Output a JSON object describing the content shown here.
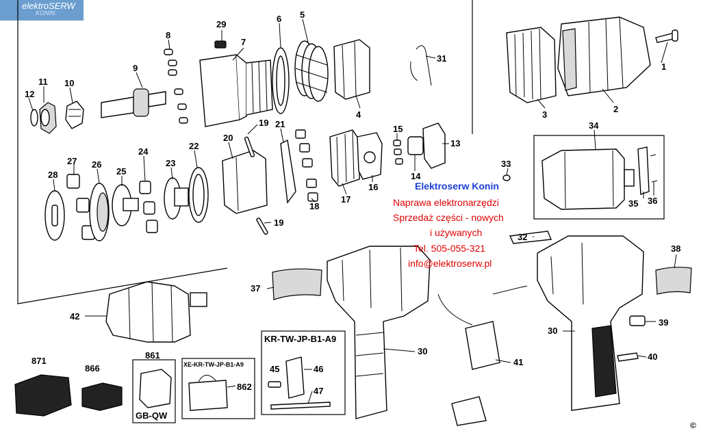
{
  "logo": {
    "name": "elektroSERW",
    "city": "KONIN"
  },
  "ad": {
    "title": "Elektroserw Konin",
    "line1": "Naprawa elektronarzędzi",
    "line2": "Sprzedaż części - nowych",
    "line3": "i używanych",
    "line4": "Tel. 505-055-321",
    "line5": "info@elektroserw.pl"
  },
  "kits": {
    "kit_a": "KR-TW-JP-B1-A9",
    "kit_b": "XE-KR-TW-JP-B1-A9",
    "kit_c": "GB-QW"
  },
  "copyright": "©",
  "parts": {
    "p1": "1",
    "p2": "2",
    "p3": "3",
    "p4": "4",
    "p5": "5",
    "p6": "6",
    "p7": "7",
    "p8": "8",
    "p9": "9",
    "p10": "10",
    "p11": "11",
    "p12": "12",
    "p13": "13",
    "p14": "14",
    "p15": "15",
    "p16": "16",
    "p17": "17",
    "p18": "18",
    "p19a": "19",
    "p19b": "19",
    "p20": "20",
    "p21": "21",
    "p22": "22",
    "p23": "23",
    "p24": "24",
    "p25": "25",
    "p26": "26",
    "p27": "27",
    "p28": "28",
    "p29": "29",
    "p30a": "30",
    "p30b": "30",
    "p31": "31",
    "p32": "32",
    "p33": "33",
    "p34": "34",
    "p35": "35",
    "p36": "36",
    "p37": "37",
    "p38": "38",
    "p39": "39",
    "p40": "40",
    "p41": "41",
    "p42": "42",
    "p45": "45",
    "p46": "46",
    "p47": "47",
    "p861": "861",
    "p862": "862",
    "p866": "866",
    "p871": "871"
  }
}
